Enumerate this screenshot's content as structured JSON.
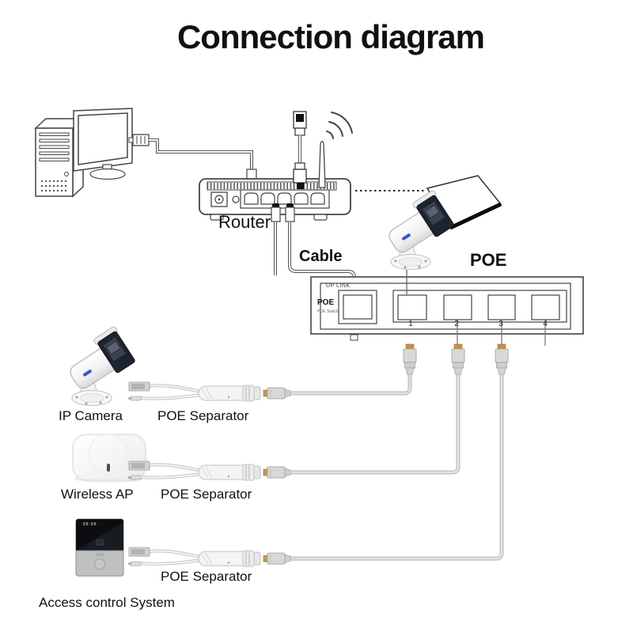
{
  "title": "Connection diagram",
  "labels": {
    "router": "Router",
    "cable": "Cable",
    "poe": "POE",
    "ip_camera": "IP Camera",
    "poe_separator": "POE Separator",
    "wireless_ap": "Wireless AP",
    "access_control": "Access control System"
  },
  "poe_switch": {
    "uplink": "UP LINK",
    "label": "POE",
    "sublabel": "POE Switch",
    "ports": [
      "1",
      "2",
      "3",
      "4"
    ]
  },
  "access_panel": {
    "display": "88:88"
  },
  "colors": {
    "line_art": "#444444",
    "camera_head": "#1e242e",
    "rj45_gold": "#c79a52",
    "cable_gray": "#c9c9c9",
    "logo_blue": "#3558c9"
  }
}
